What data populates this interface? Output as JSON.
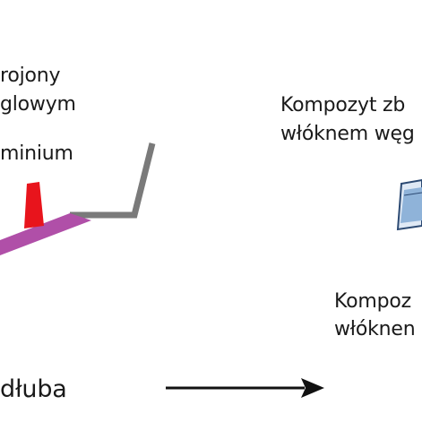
{
  "labels": {
    "left_line1": "rojony",
    "left_line2": "glowym",
    "left_line3": "minium",
    "right_line1": "Kompozyt zb",
    "right_line2": "włóknem węg",
    "right_line3": "Kompoz",
    "right_line4": "włóknen",
    "bottom": "dłuba"
  },
  "colors": {
    "frame": "#7a7a7a",
    "strip": "#b04fa8",
    "block": "#e8141c",
    "arrow": "#111111",
    "panel": "#8fb3d9"
  }
}
